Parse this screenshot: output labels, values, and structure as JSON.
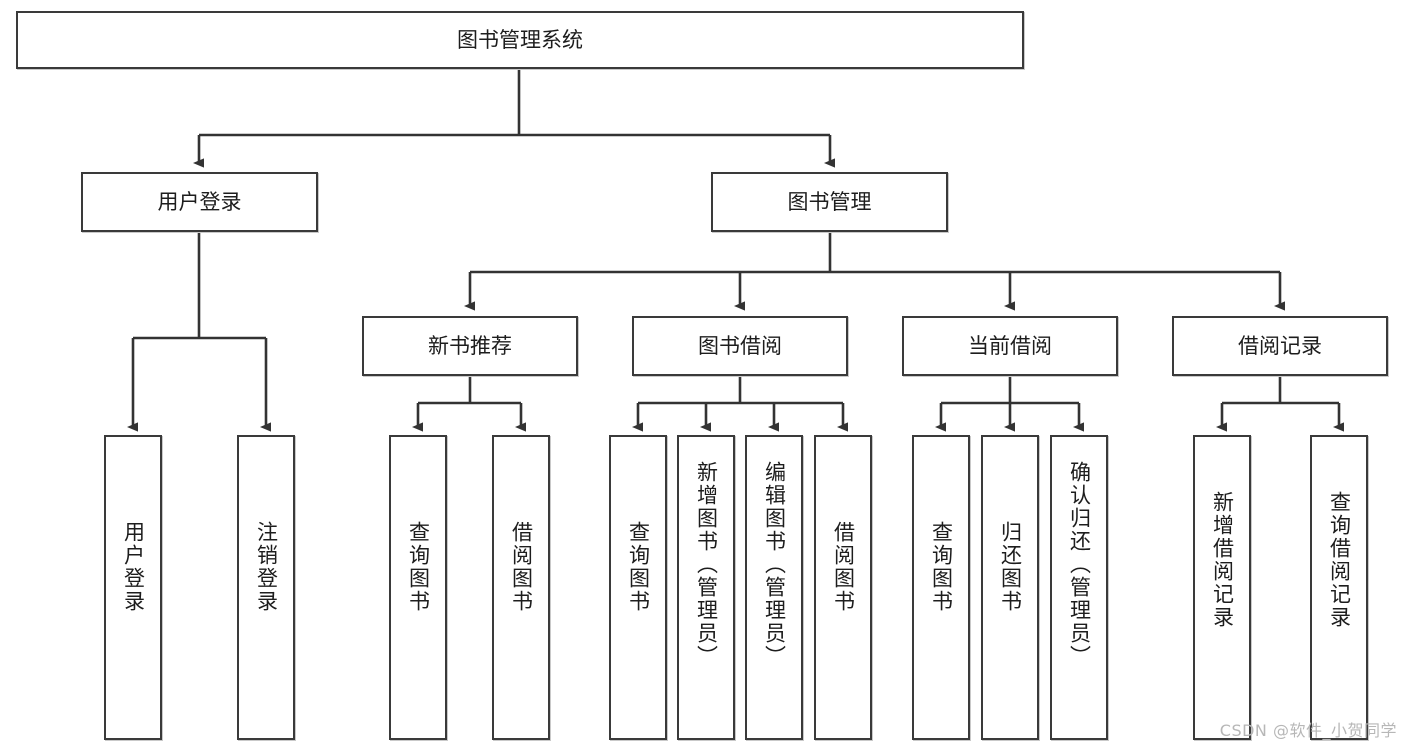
{
  "diagram": {
    "title": "图书管理系统",
    "type": "tree-hierarchy-diagram",
    "colors": {
      "box_border": "#3a3a3a",
      "box_fill": "#ffffff",
      "connector": "#333333",
      "text": "#1d1d1d",
      "watermark": "#b7b7b7"
    },
    "root": {
      "label": "图书管理系统"
    },
    "level2": [
      {
        "label": "用户登录"
      },
      {
        "label": "图书管理"
      }
    ],
    "level3": [
      {
        "label": "新书推荐"
      },
      {
        "label": "图书借阅"
      },
      {
        "label": "当前借阅"
      },
      {
        "label": "借阅记录"
      }
    ],
    "leaves": {
      "user_login": [
        {
          "label": "用户登录"
        },
        {
          "label": "注销登录"
        }
      ],
      "new_book_recommend": [
        {
          "label": "查询图书"
        },
        {
          "label": "借阅图书"
        }
      ],
      "book_borrow": [
        {
          "label": "查询图书"
        },
        {
          "label": "新增图书（管理员）"
        },
        {
          "label": "编辑图书（管理员）"
        },
        {
          "label": "借阅图书"
        }
      ],
      "current_borrow": [
        {
          "label": "查询图书"
        },
        {
          "label": "归还图书"
        },
        {
          "label": "确认归还（管理员）"
        }
      ],
      "borrow_record": [
        {
          "label": "新增借阅记录"
        },
        {
          "label": "查询借阅记录"
        }
      ]
    }
  },
  "watermark": {
    "text": "CSDN @软件_小贺同学"
  }
}
